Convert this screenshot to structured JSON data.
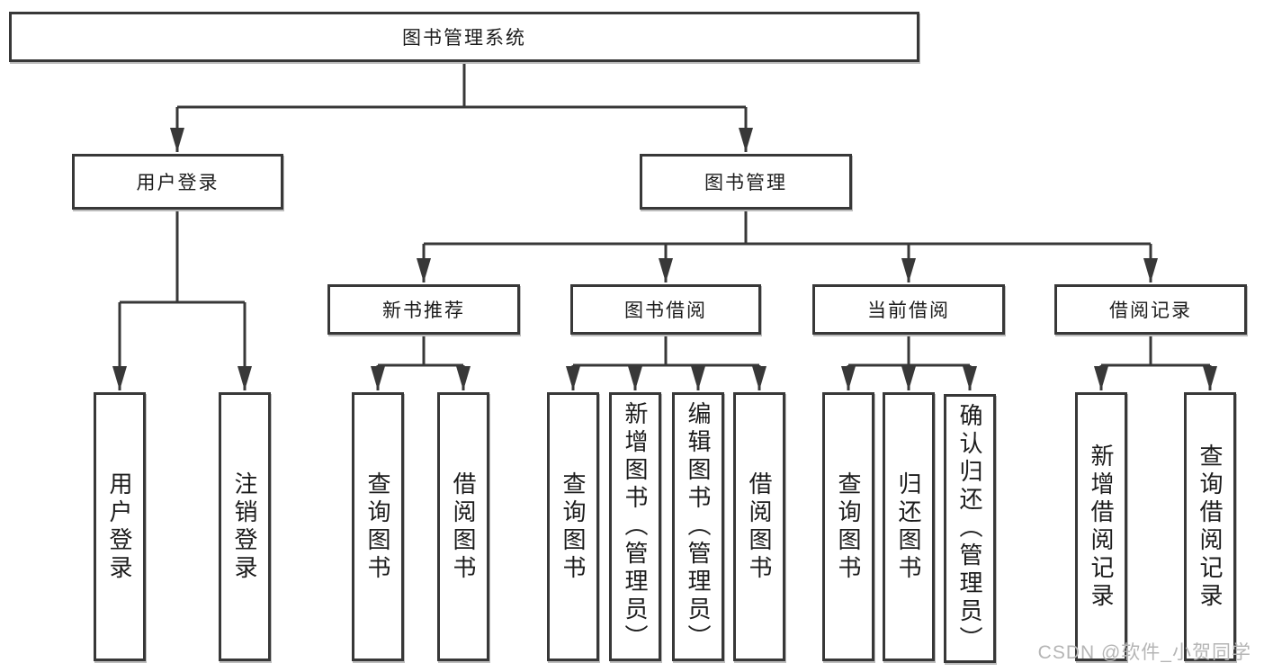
{
  "diagram": {
    "tree": {
      "label": "图书管理系统",
      "children": [
        {
          "label": "用户登录",
          "children": [
            {
              "label": "用户登录"
            },
            {
              "label": "注销登录"
            }
          ]
        },
        {
          "label": "图书管理",
          "children": [
            {
              "label": "新书推荐",
              "children": [
                {
                  "label": "查询图书"
                },
                {
                  "label": "借阅图书"
                }
              ]
            },
            {
              "label": "图书借阅",
              "children": [
                {
                  "label": "查询图书"
                },
                {
                  "label": "新增图书（管理员）"
                },
                {
                  "label": "编辑图书（管理员）"
                },
                {
                  "label": "借阅图书"
                }
              ]
            },
            {
              "label": "当前借阅",
              "children": [
                {
                  "label": "查询图书"
                },
                {
                  "label": "归还图书"
                },
                {
                  "label": "确认归还（管理员）"
                }
              ]
            },
            {
              "label": "借阅记录",
              "children": [
                {
                  "label": "新增借阅记录"
                },
                {
                  "label": "查询借阅记录"
                }
              ]
            }
          ]
        }
      ]
    },
    "colors": {
      "line": "#383838",
      "box_background": "#ffffff",
      "text": "#1c1c1c",
      "watermark": "#b5b5b5"
    }
  },
  "watermark": "CSDN @软件_小贺同学"
}
